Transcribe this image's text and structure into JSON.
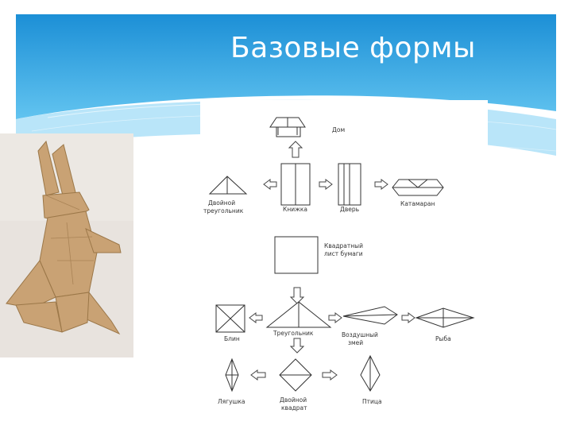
{
  "slide": {
    "title": "Базовые формы",
    "colors": {
      "header_top": "#1c8fd6",
      "header_bottom": "#5cc0ee",
      "paper": "#c9a274",
      "photo_bg": "#e6e1dc"
    }
  },
  "diagram": {
    "center_label": "Квадратный лист бумаги",
    "center_lines": [
      "Квадратный",
      "лист бумаги"
    ],
    "forms": {
      "dom": "Дом",
      "knizhka": "Книжка",
      "dver": "Дверь",
      "katamaran": "Катамаран",
      "dvoynoy_treugolnik": [
        "Двойной",
        "треугольник"
      ],
      "treugolnik": "Треугольник",
      "vozdushny_zmey": [
        "Воздушный",
        "змей"
      ],
      "ryba": "Рыба",
      "blin": "Блин",
      "lyagushka": "Лягушка",
      "dvoynoy_kvadrat": [
        "Двойной",
        "квадрат"
      ],
      "ptitsa": "Птица"
    }
  }
}
